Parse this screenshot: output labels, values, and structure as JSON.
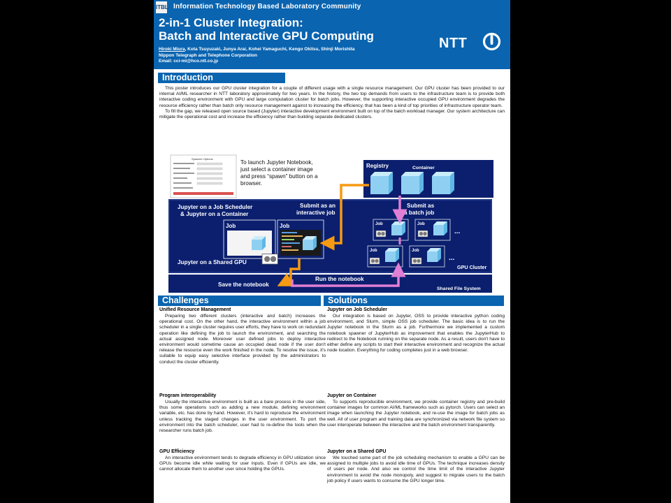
{
  "header": {
    "community": "Information Technology Based Laboratory Community",
    "logo_text": "ITBL",
    "title_line1": "2-in-1 Cluster Integration:",
    "title_line2": "Batch and Interactive GPU Computing",
    "author_first": "Hiroki Miura",
    "authors_rest": ", Kota Tsuyuzaki, Junya Arai, Kohei Yamaguchi, Kengo Okitsu, Shinji Morishita",
    "affiliation": "Nippon Telegraph and Telephone Corporation",
    "email": "Email: cci-ml@hco.ntt.co.jp",
    "brand": "NTT"
  },
  "intro": {
    "heading": "Introduction",
    "p1": "This poster introduces our GPU cluster integration for a couple of different usage with a single resource management. Our GPU cluster has been provided to our internal AI/ML researcher in NTT laboratory approximately for two years. In the history, the two top demands from users to the infrastructure team is to provide both interactive coding environment with GPU and large computation cluster for batch jobs. However, the supporting interactive occupied GPU environment degrades the resource efficiency rather than batch only resource management against to increasing the efficiency, that has been a kind of top priorities of infrastructure operator team.",
    "p2": "To fill the gap, we released open source based (Jupyter) interactive development environment built on top of the batch workload manager. Our system architecture can mitigate the operational cost and increase the efficiency rather than building separate dedicated clusters."
  },
  "diagram": {
    "launch_text": "To launch Jupyter Notebook, just select a container image and press “spawn” button on a browser.",
    "registry": "Registry",
    "container": "Container",
    "scheduler_line1": "Jupyter on a Job Scheduler",
    "scheduler_line2": "& Jupyter on a Container",
    "submit_interactive_1": "Submit as an",
    "submit_interactive_2": "interactive job",
    "submit_batch_1": "Submit as",
    "submit_batch_2": "a batch job",
    "job": "Job",
    "shared_gpu": "Jupyter on a Shared GPU",
    "gpu_cluster": "GPU Cluster",
    "save_notebook": "Save the notebook",
    "run_notebook": "Run the notebook",
    "shared_fs": "Shared File System",
    "ellipsis": "...",
    "spawner_title": "Spawner Options",
    "colors": {
      "navy": "#0b1f6e",
      "orange": "#f59a12",
      "pink": "#e17fd6",
      "cube": "#8fd0f2"
    }
  },
  "challenges": {
    "heading": "Challenges",
    "s1_title": "Unified Resource Management",
    "s1_body": "Preparing two different clusters (interactive and batch) increases the operational cost. On the other hand, the interactive environment within a job scheduler in a single cluster requires user efforts, they have to work on redundant operation like defining the job to launch the environment, and searching the actual assigned node. Moreover user defined jobs to deploy interactive environment would sometime cause an occupied dead node if the user don't release the resource even the work finished in the node. To resolve the issue, it's suitable to equip easy selective interface provided by the administrators to conduct the cluster efficiently.",
    "s2_title": "Program interoperability",
    "s2_body": "Usually the interactive environment is built as a bare process in the user side, thus some operations such as adding a new module, defining environment variable, etc. has done by hand. However, it's hard to reproduce the environment unless tracking the staged changes in the user environment. To port the environment into the batch scheduler, user had to re-define the tools when the researcher runs batch job.",
    "s3_title": "GPU Efficiency",
    "s3_body": "An interactive environment tends to degrade efficiency in GPU utilization since GPUs become idle while waiting for user inputs. Even if GPUs are idle, we cannot allocate them to another user since holding the GPUs."
  },
  "solutions": {
    "heading": "Solutions",
    "s1_title": "Jupyter on Job Scheduler",
    "s1_body": "Our integration is based on Jupyter, OSS to provide interactive python coding environment, and Slurm, simple OSS job scheduler. The basic idea is to run the Jupyter notebook in the Slurm as a job. Furthermore we implemented a custom notebook spawner of JupyterHub as improvement that enables the JupyterHub to redirect to the Notebook running on the separate node. As a result, users don't have to either define any scripts to start their interactive environment and recognize the actual node location. Everything for coding completes just in a web browser.",
    "s2_title": "Jupyter on Container",
    "s2_body": "To supports reproducible environment, we provide container registry and pre-build container images for common AI/ML frameworks such as pytorch. Users can select an image when launching the Jupyter notebook, and re-use the image for batch jobs as well. All of user program and training data are synchronized via network file system so user interoperate between the interactive and the batch environment transparently.",
    "s3_title": "Jupyter on a Shared GPU",
    "s3_body": "We touched some part of the job scheduling mechanism to enable a GPU can be assigned to multiple jobs to avoid idle time of GPUs. The technique increases density of users per node. And also we control the time limit of the interactive Jupyter environment to avoid the node monopoly, and suggest to migrate users to the batch job policy if users wants to consume the GPU longer time."
  }
}
